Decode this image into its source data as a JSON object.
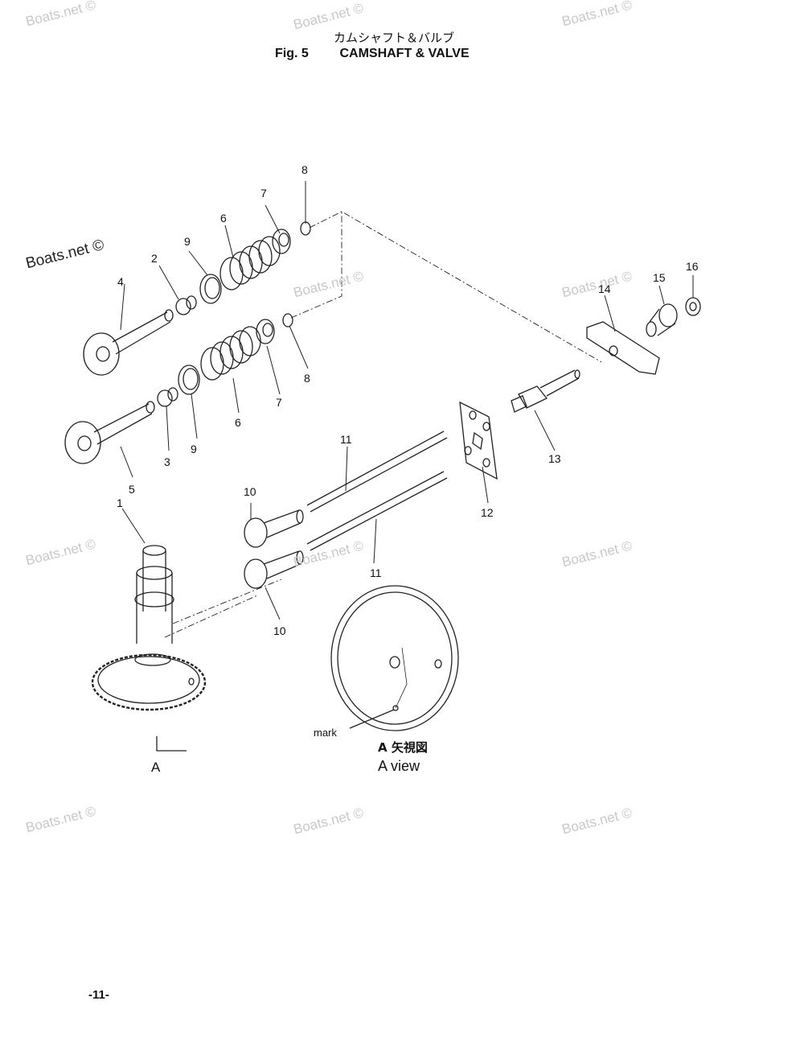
{
  "header": {
    "title_jp": "カムシャフト＆バルブ",
    "fig_label": "Fig. 5",
    "title_en": "CAMSHAFT & VALVE"
  },
  "brand": "Boats.net ©",
  "watermark_text": "Boats.net ©",
  "callouts": [
    "1",
    "2",
    "3",
    "4",
    "5",
    "6",
    "6",
    "7",
    "7",
    "8",
    "8",
    "9",
    "9",
    "10",
    "10",
    "11",
    "11",
    "12",
    "13",
    "14",
    "15",
    "16"
  ],
  "view": {
    "mark_label": "mark",
    "title_jp": "A 矢視図",
    "title_en": "A view",
    "arrow_label": "A"
  },
  "footer": {
    "page_number": "-11-"
  }
}
